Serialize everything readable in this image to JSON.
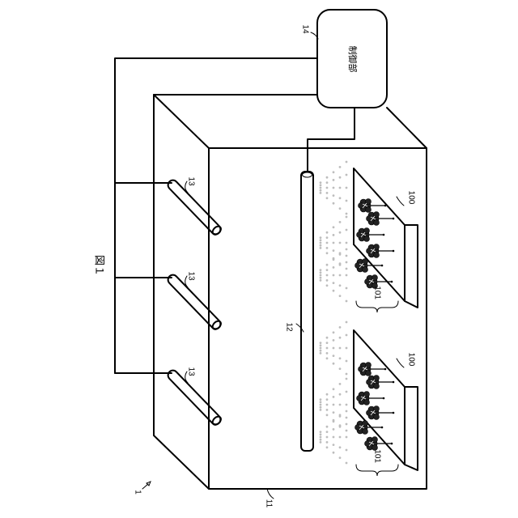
{
  "figure": {
    "title": "図１",
    "controller_label": "制御部",
    "refs": {
      "apparatus": "1",
      "chamber": "11",
      "nozzle_pipe": "12",
      "lamp_top": "13",
      "lamp_middle": "13",
      "lamp_bottom": "13",
      "controller": "14",
      "tray_top": "100",
      "tray_bottom": "100",
      "plants_top": "101",
      "plants_bottom": "101"
    }
  }
}
